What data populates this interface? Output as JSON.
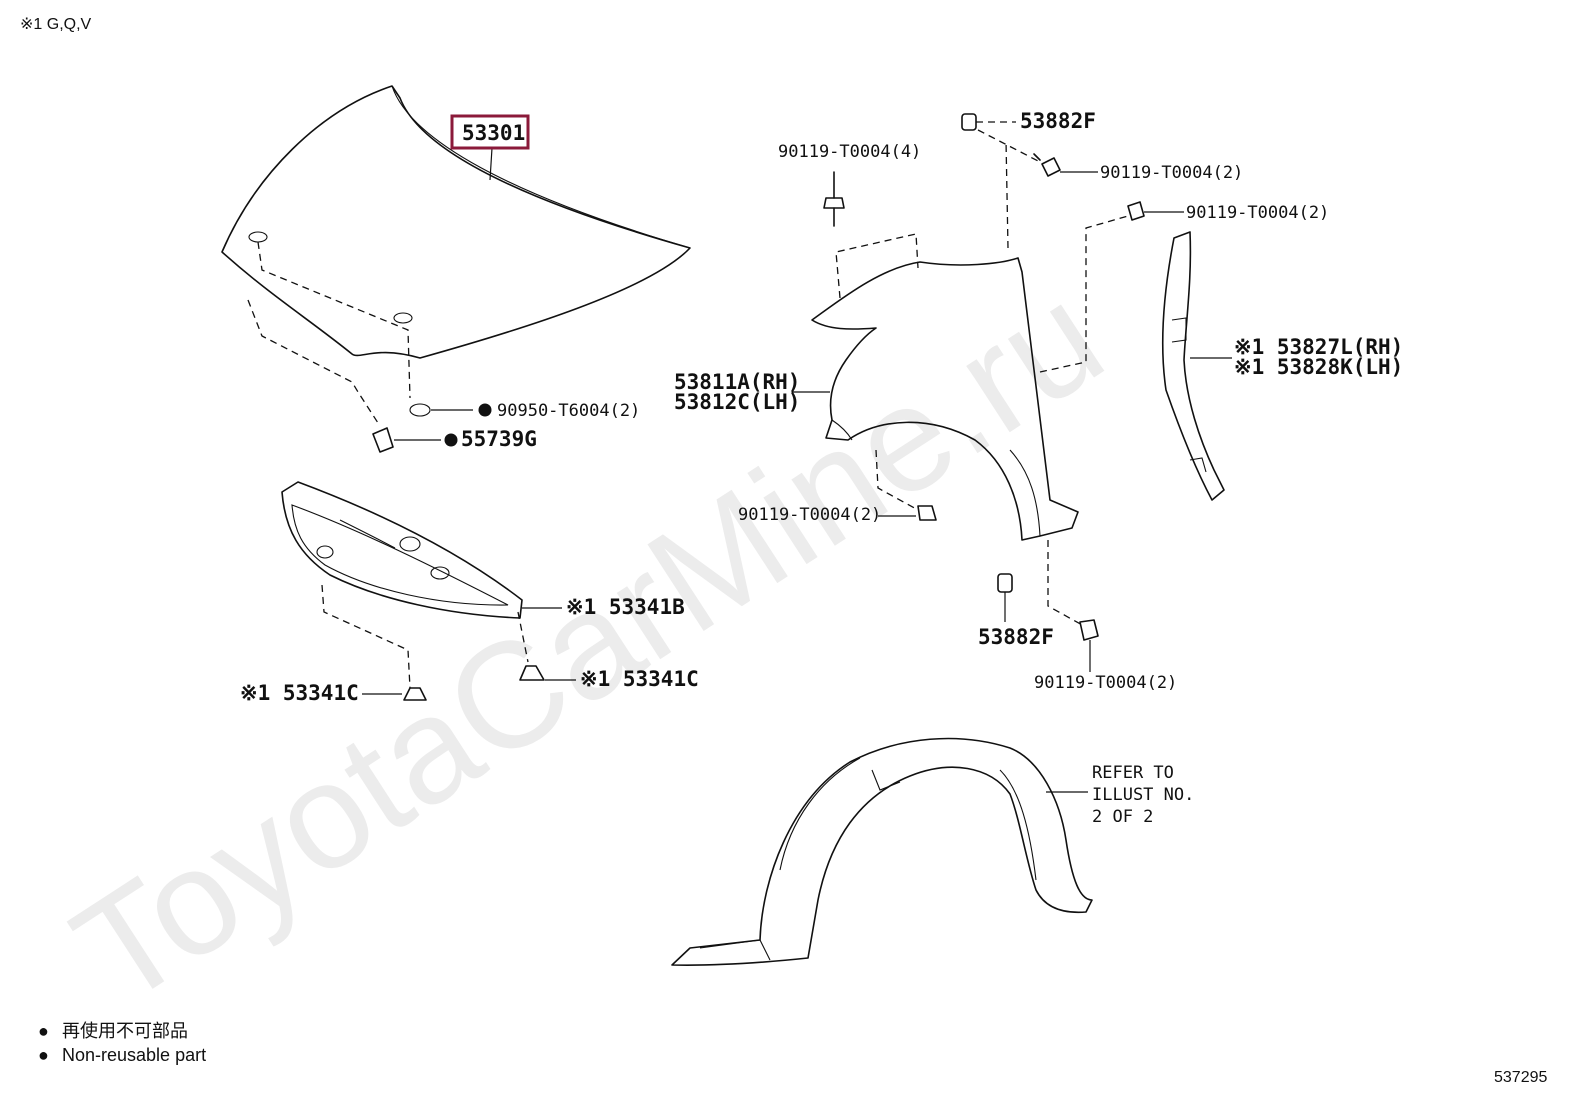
{
  "header_note": "※1 G,Q,V",
  "watermark": "ToyotaCarMine.ru",
  "diagram_id": "537295",
  "highlight_color": "#8b1a3a",
  "legend": [
    {
      "symbol": "●",
      "text": "再使用不可部品"
    },
    {
      "symbol": "●",
      "text": "Non-reusable part"
    }
  ],
  "callouts": {
    "hood": "53301",
    "hood_bolt_clip": "90950-T6004(2)",
    "hood_bumper": "55739G",
    "insulator": "※1 53341B",
    "clip_left": "※1 53341C",
    "clip_right": "※1 53341C",
    "fender_rh": "53811A(RH)",
    "fender_lh": "53812C(LH)",
    "fender_top_bolt": "90119-T0004(4)",
    "nut_top": "53882F",
    "bolt_top_right": "90119-T0004(2)",
    "bolt_seal": "90119-T0004(2)",
    "seal_rh": "※1 53827L(RH)",
    "seal_lh": "※1 53828K(LH)",
    "fender_lower_bolt": "90119-T0004(2)",
    "nut_bottom": "53882F",
    "bolt_bottom": "90119-T0004(2)"
  },
  "refer_note": [
    "REFER TO",
    "ILLUST NO.",
    "2 OF 2"
  ]
}
